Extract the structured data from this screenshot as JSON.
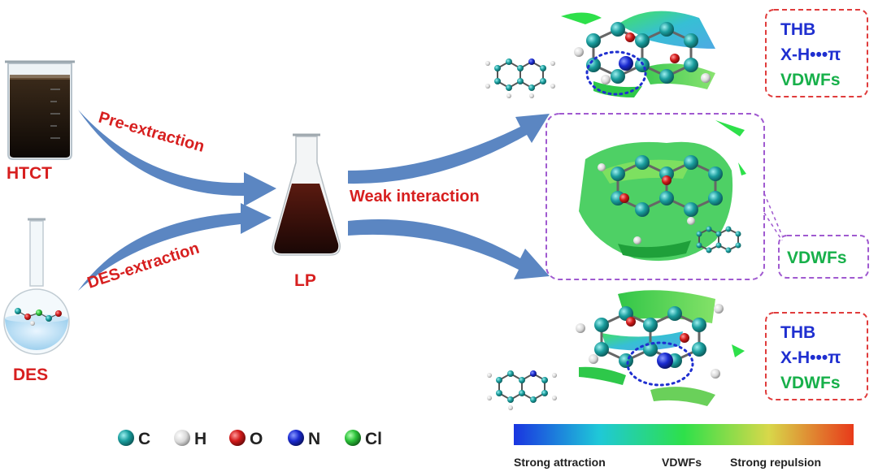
{
  "sources": {
    "htct_label": "HTCT",
    "des_label": "DES"
  },
  "arrows": {
    "pre_extraction": "Pre-extraction",
    "des_extraction": "DES-extraction",
    "weak_interaction": "Weak interaction"
  },
  "product": {
    "label": "LP"
  },
  "panels": {
    "top": {
      "lines": [
        "THB",
        "X-H•••π",
        "VDWFs"
      ]
    },
    "middle": {
      "lines": [
        "VDWFs"
      ]
    },
    "bottom": {
      "lines": [
        "THB",
        "X-H•••π",
        "VDWFs"
      ]
    }
  },
  "atom_legend": [
    {
      "symbol": "C",
      "color": "#1a9e9e"
    },
    {
      "symbol": "H",
      "color": "#e6e6e6"
    },
    {
      "symbol": "O",
      "color": "#d21a1a"
    },
    {
      "symbol": "N",
      "color": "#1a2ad0"
    },
    {
      "symbol": "Cl",
      "color": "#2cc23a"
    }
  ],
  "colorbar": {
    "left_label": "Strong attraction",
    "center_label": "VDWFs",
    "right_label": "Strong repulsion",
    "colors": [
      "#1a35e0",
      "#1fc8d8",
      "#2ee04a",
      "#d8d84a",
      "#e83a1a"
    ]
  },
  "colors": {
    "arrow": "#5b86c2",
    "red_text": "#d71f1f",
    "blue_text": "#1f2fd0",
    "green_text": "#17b04a",
    "red_box": "#e03c3c",
    "purple_box": "#a05ad0"
  }
}
